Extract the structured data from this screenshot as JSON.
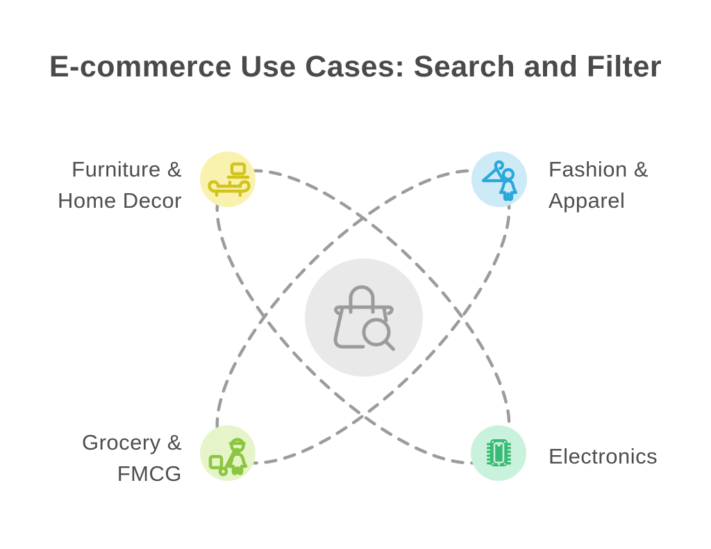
{
  "title": "E-commerce Use Cases: Search and Filter",
  "diagram": {
    "connector_color": "#9c9c9c",
    "connector_style": "dashed",
    "text_color": "#4a4a4a"
  },
  "center": {
    "icon": "shopping-bag-search-icon",
    "bg_color": "#e9e9e9",
    "icon_color": "#9b9b9b"
  },
  "nodes": [
    {
      "id": "furniture-home-decor",
      "label": "Furniture &\nHome Decor",
      "position": "top-left",
      "icon": "sofa-laptop-icon",
      "circle_color": "#f9f2ae",
      "icon_color": "#d2c41d"
    },
    {
      "id": "fashion-apparel",
      "label": "Fashion &\nApparel",
      "position": "top-right",
      "icon": "hanger-woman-icon",
      "circle_color": "#cdeaf7",
      "icon_color": "#2aa8dc"
    },
    {
      "id": "grocery-fmcg",
      "label": "Grocery &\nFMCG",
      "position": "bottom-left",
      "icon": "delivery-person-trolley-icon",
      "circle_color": "#e5f5c9",
      "icon_color": "#8cc63f"
    },
    {
      "id": "electronics",
      "label": "Electronics",
      "position": "bottom-right",
      "icon": "microchip-icon",
      "circle_color": "#c8f2db",
      "icon_color": "#3bba77",
      "detail_color": "#c8f2db"
    }
  ]
}
